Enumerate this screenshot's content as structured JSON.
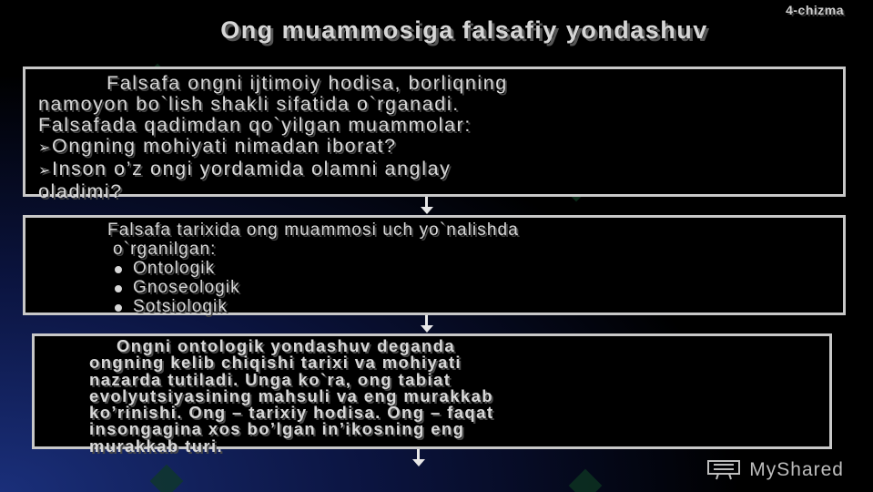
{
  "slide": {
    "tag": "4-chizma",
    "title": "Ong muammosiga falsafiy yondashuv",
    "box1": {
      "line1": "Falsafa ongni ijtimoiy hodisa, borliqning",
      "line2": "namoyon bo`lish shakli sifatida o`rganadi.",
      "line3": "Falsafada qadimdan qo`yilgan muammolar:",
      "bullet1": "Ongning mohiyati nimadan iborat?",
      "bullet2_line1": "Inson o’z ongi yordamida olamni anglay",
      "bullet2_line2": "oladimi?"
    },
    "box2": {
      "intro_line1": "Falsafa tarixida ong muammosi uch yo`nalishda",
      "intro_line2": "o`rganilgan:",
      "items": [
        "Ontologik",
        "Gnoseologik",
        "Sotsiologik"
      ]
    },
    "box3": {
      "line1": "Ongni ontologik  yondashuv deganda",
      "line2": "ongning kelib chiqishi tarixi va mohiyati",
      "line3": "nazarda tutiladi. Unga ko`ra, ong tabiat",
      "line4": "evolyutsiyasining mahsuli va eng murakkab",
      "line5": "ko’rinishi. Ong – tarixiy hodisa. Ong – faqat",
      "line6": "insongagina xos bo’lgan in’ikosning eng",
      "line7": "murakkab turi."
    },
    "brand": "MyShared",
    "bullet_marker": "➢",
    "icons": [
      "arrow-down-icon",
      "bullet-dot-icon",
      "myshared-logo-icon"
    ]
  }
}
